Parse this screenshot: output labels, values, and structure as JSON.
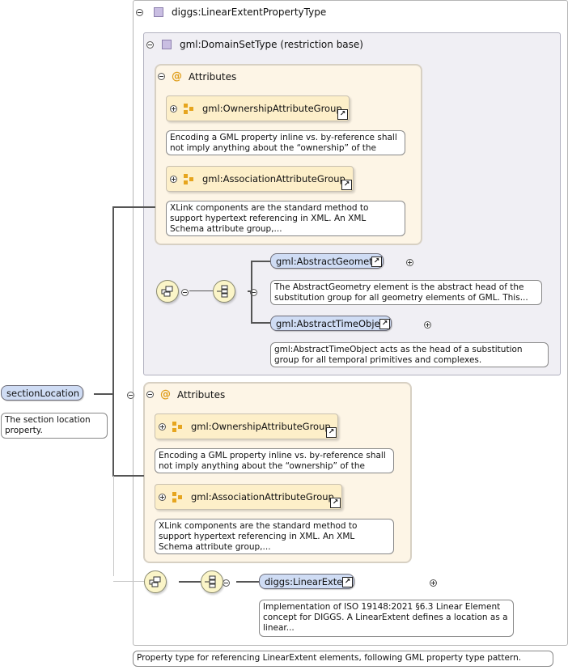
{
  "outer_type": {
    "label": "diggs:LinearExtentPropertyType"
  },
  "domainset": {
    "label": "gml:DomainSetType (restriction base)"
  },
  "attributes_label": "Attributes",
  "inner_attrs": [
    {
      "name": "gml:OwnershipAttributeGroup",
      "doc": "Encoding a GML property inline vs. by-reference shall not imply anything about the “ownership” of the contained or..."
    },
    {
      "name": "gml:AssociationAttributeGroup",
      "doc": "XLink components are the standard method to support hypertext referencing in XML. An XML Schema attribute group,..."
    }
  ],
  "choice_elements": [
    {
      "name": "gml:AbstractGeometry",
      "doc": "The AbstractGeometry element is the abstract head of the substitution group for all geometry elements of GML. This..."
    },
    {
      "name": "gml:AbstractTimeObject",
      "doc": "gml:AbstractTimeObject acts as the head of a substitution group for all temporal primitives and complexes."
    }
  ],
  "outer_attrs": [
    {
      "name": "gml:OwnershipAttributeGroup",
      "doc": "Encoding a GML property inline vs. by-reference shall not imply anything about the “ownership” of the contained or..."
    },
    {
      "name": "gml:AssociationAttributeGroup",
      "doc": "XLink components are the standard method to support hypertext referencing in XML. An XML Schema attribute group,..."
    }
  ],
  "root": {
    "name": "sectionLocation",
    "doc": "The section location property."
  },
  "linear_extent": {
    "name": "diggs:LinearExtent",
    "doc": "Implementation of ISO 19148:2021 §6.3 Linear Element concept for DIGGS. A LinearExtent defines a location as a linear..."
  },
  "type_doc": "Property type for referencing LinearExtent elements, following GML property type pattern."
}
